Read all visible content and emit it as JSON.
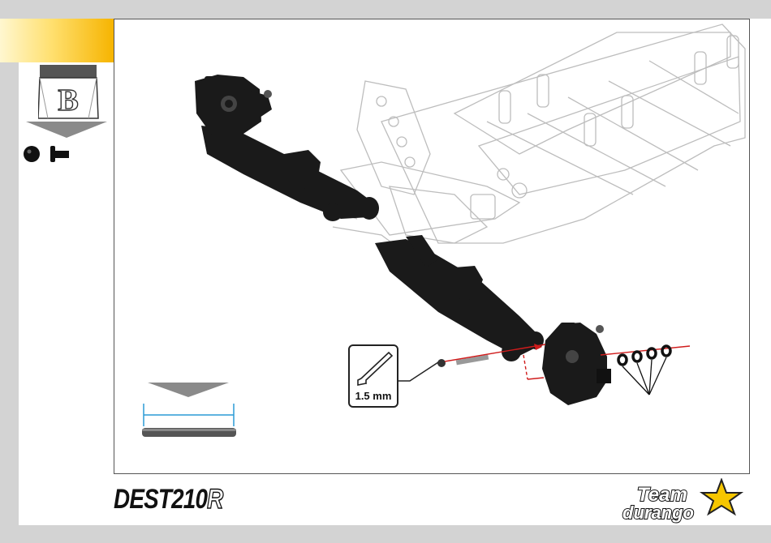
{
  "header": {
    "step_bag_letter": "B"
  },
  "tool": {
    "size_label": "1.5 mm",
    "icon": "hex-key-icon"
  },
  "hardware_icons": [
    "ball-stud-icon",
    "flat-head-screw-icon"
  ],
  "footer": {
    "model_logo_main": "DEST210",
    "model_logo_suffix": "R",
    "brand_logo_line1": "Team",
    "brand_logo_line2": "durango"
  },
  "colors": {
    "accent_yellow": "#f6b400",
    "frame_border": "#555555",
    "guide_blue": "#2a9bd6",
    "red_line": "#d01c1c"
  }
}
